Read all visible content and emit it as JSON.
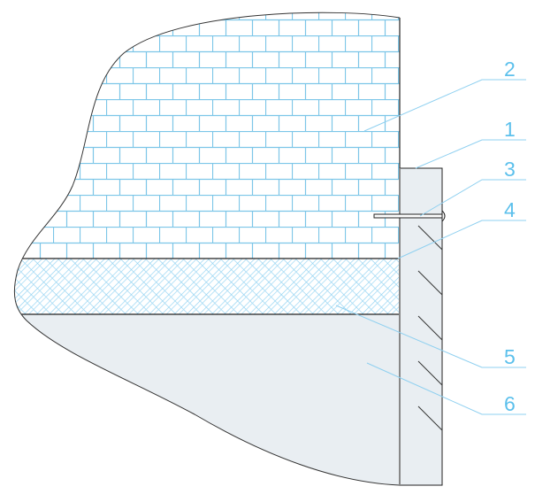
{
  "diagram": {
    "labels": [
      {
        "id": "1",
        "text": "1"
      },
      {
        "id": "2",
        "text": "2"
      },
      {
        "id": "3",
        "text": "3"
      },
      {
        "id": "4",
        "text": "4"
      },
      {
        "id": "5",
        "text": "5"
      },
      {
        "id": "6",
        "text": "6"
      }
    ],
    "colors": {
      "brick_line": "#7cc6e8",
      "hatch": "#8fd2f2",
      "fill_grey": "#e9eef2",
      "label": "#5cc0ec",
      "outline": "#222222"
    }
  }
}
